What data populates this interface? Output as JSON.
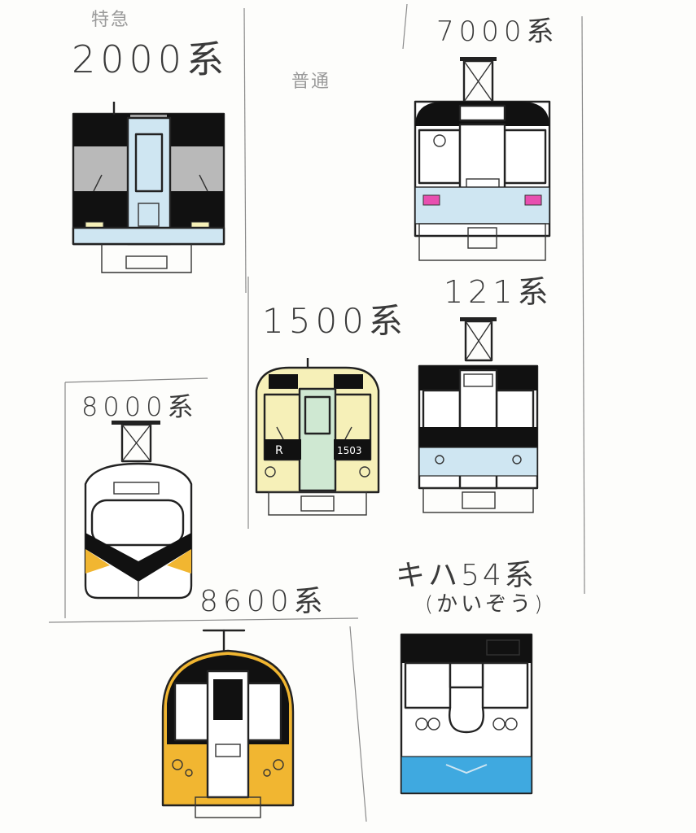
{
  "labels": {
    "series_2000": "2000系",
    "series_7000": "7000系",
    "series_1500": "1500系",
    "series_121": "121系",
    "series_8000": "8000系",
    "series_8600": "8600系",
    "kiha54": "キハ54系",
    "kiha54_note": "(かいぞう)"
  },
  "faint_text": {
    "top_left": "特急",
    "top_center": "普通"
  },
  "train_text": {
    "t1500_number": "1503",
    "t1500_mark": "R"
  },
  "colors": {
    "ink": "#222222",
    "pencil_gray": "#8a8a8a",
    "gray_body": "#b9b9b9",
    "light_blue": "#cfe6f2",
    "pale_yellow": "#f6f0b8",
    "mint": "#cfe8d2",
    "orange_yellow": "#f1b631",
    "sky_blue": "#3fa9e0",
    "magenta": "#e84fb0",
    "paper": "#fdfdfb"
  }
}
